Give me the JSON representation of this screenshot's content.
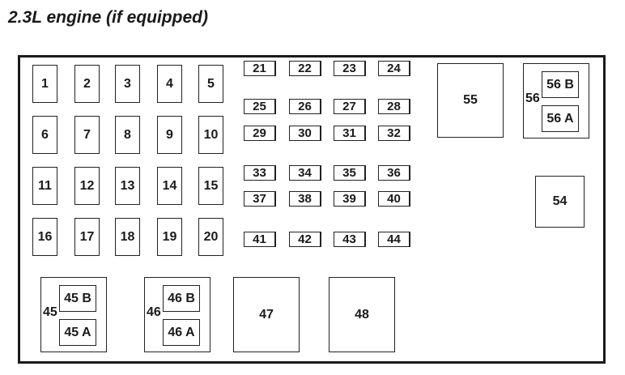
{
  "title": "2.3L engine (if equipped)",
  "fuses": [
    "1",
    "2",
    "3",
    "4",
    "5",
    "6",
    "7",
    "8",
    "9",
    "10",
    "11",
    "12",
    "13",
    "14",
    "15",
    "16",
    "17",
    "18",
    "19",
    "20"
  ],
  "mini_fuses": [
    "21",
    "22",
    "23",
    "24",
    "25",
    "26",
    "27",
    "28",
    "29",
    "30",
    "31",
    "32",
    "33",
    "34",
    "35",
    "36",
    "37",
    "38",
    "39",
    "40",
    "41",
    "42",
    "43",
    "44"
  ],
  "relays": {
    "r45": {
      "label": "45",
      "b": "45 B",
      "a": "45 A"
    },
    "r46": {
      "label": "46",
      "b": "46 B",
      "a": "46 A"
    },
    "r47": "47",
    "r48": "48",
    "r54": "54",
    "r55": "55",
    "r56": {
      "label": "56",
      "b": "56 B",
      "a": "56 A"
    }
  }
}
